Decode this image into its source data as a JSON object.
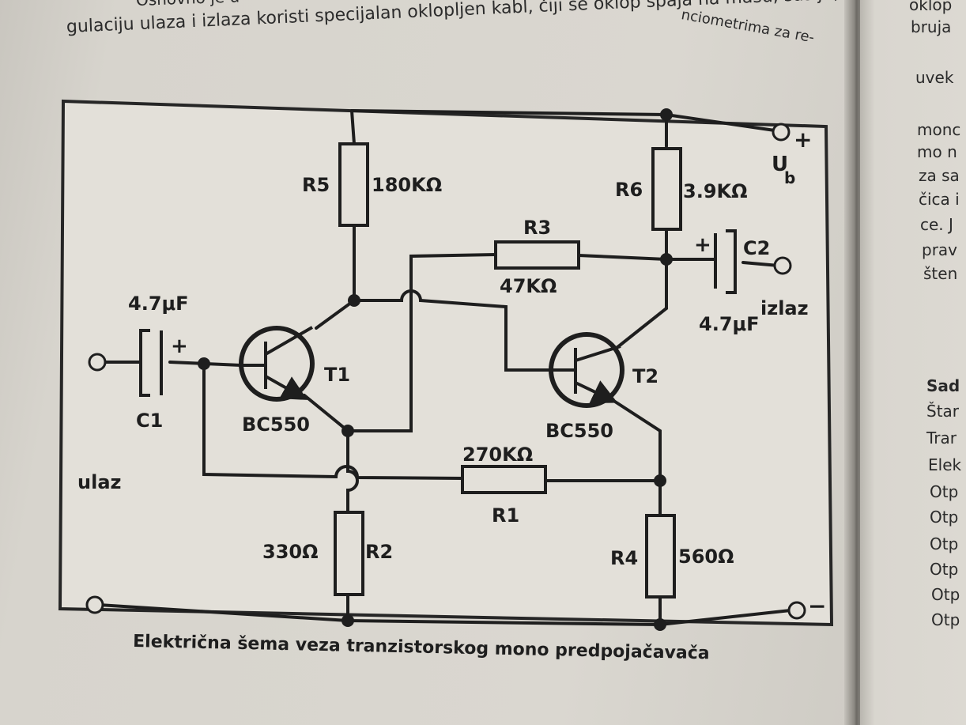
{
  "header_text": {
    "line1": "Osnovno je u",
    "line1_right": "nciometrima za re-",
    "line2": "gulaciju ulaza i izlaza koristi specijalan oklopljen kabl, čiji se oklop spaja na masu, šasiju,"
  },
  "right_column": {
    "lines": [
      "oklop",
      "bruja",
      "uvek",
      "monc",
      "mo n",
      "za sa",
      "čica i",
      "ce. J",
      "prav",
      "šten"
    ],
    "heading": "Sad",
    "list": [
      "Štar",
      "Trar",
      "Elek",
      "Otp",
      "Otp",
      "Otp",
      "Otp",
      "Otp",
      "Otp"
    ]
  },
  "schematic": {
    "caption": "Električna šema veza tranzistorskog mono predpojačavača",
    "components": {
      "r5": {
        "name": "R5",
        "value": "180KΩ"
      },
      "r6": {
        "name": "R6",
        "value": "3.9KΩ"
      },
      "r3": {
        "name": "R3",
        "value": "47KΩ"
      },
      "r1": {
        "name": "R1",
        "value": "270KΩ"
      },
      "r2": {
        "name": "R2",
        "value": "330Ω"
      },
      "r4": {
        "name": "R4",
        "value": "560Ω"
      },
      "c1": {
        "name": "C1",
        "value": "4.7μF",
        "polarity": "+"
      },
      "c2": {
        "name": "C2",
        "value": "4.7μF",
        "polarity": "+"
      },
      "t1": {
        "name": "T1",
        "model": "BC550"
      },
      "t2": {
        "name": "T2",
        "model": "BC550"
      }
    },
    "terminals": {
      "input": "ulaz",
      "output": "izlaz",
      "supply_label": "U",
      "supply_sub": "b",
      "plus": "+",
      "minus": "−"
    }
  }
}
